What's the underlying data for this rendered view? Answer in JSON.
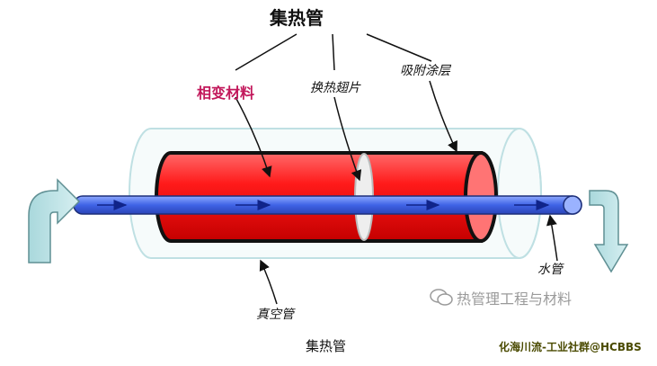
{
  "diagram": {
    "title": "集热管",
    "labels": {
      "phase_change_material": "相变材料",
      "heat_exchange_fin": "换热翅片",
      "absorber_coating": "吸附涂层",
      "water_pipe": "水管",
      "vacuum_tube": "真空管"
    },
    "caption": "集热管",
    "credit": "化海川流-工业社群@HCBBS",
    "watermark": "热管理工程与材料",
    "colors": {
      "red_cylinder": "#ff1a1a",
      "water_pipe": "#3f63e6",
      "vacuum_glass": "#cfe7ea",
      "flow_arrow": "#bfe3e6",
      "pcm_label": "#c2185b"
    }
  }
}
